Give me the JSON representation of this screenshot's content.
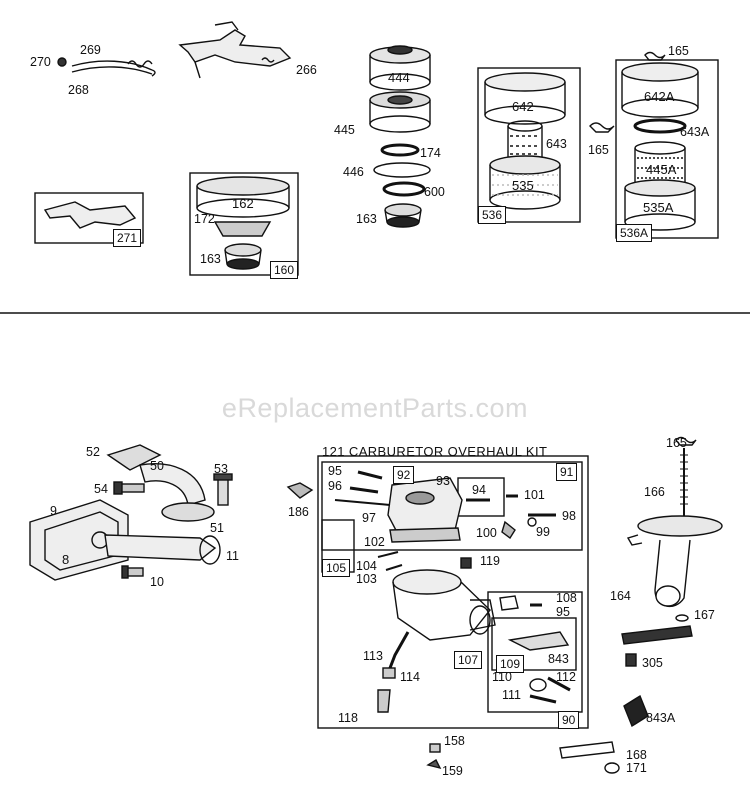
{
  "watermark": "eReplacementParts.com",
  "kit_title": "121  CARBURETOR OVERHAUL KIT",
  "labels": {
    "p270": "270",
    "p269": "269",
    "p268": "268",
    "p266": "266",
    "p444": "444",
    "p445": "445",
    "p174": "174",
    "p446": "446",
    "p600": "600",
    "p163a": "163",
    "p642": "642",
    "p643": "643",
    "p535": "535",
    "p536": "536",
    "p165a": "165",
    "p165b": "165",
    "p642A": "642A",
    "p643A": "643A",
    "p445A": "445A",
    "p535A": "535A",
    "p536A": "536A",
    "p271": "271",
    "p162": "162",
    "p172": "172",
    "p163b": "163",
    "p160": "160",
    "p52": "52",
    "p50": "50",
    "p53": "53",
    "p54": "54",
    "p9": "9",
    "p51": "51",
    "p8": "8",
    "p11": "11",
    "p10": "10",
    "p186": "186",
    "p95a": "95",
    "p96": "96",
    "p92": "92",
    "p93": "93",
    "p91": "91",
    "p94": "94",
    "p101": "101",
    "p97": "97",
    "p98": "98",
    "p100": "100",
    "p99": "99",
    "p102": "102",
    "p105": "105",
    "p104": "104",
    "p103": "103",
    "p119": "119",
    "p108": "108",
    "p95b": "95",
    "p113": "113",
    "p107": "107",
    "p109": "109",
    "p843": "843",
    "p114": "114",
    "p110": "110",
    "p112": "112",
    "p111": "111",
    "p118": "118",
    "p90": "90",
    "p158": "158",
    "p159": "159",
    "p165c": "165",
    "p166": "166",
    "p164": "164",
    "p167": "167",
    "p305": "305",
    "p843A": "843A",
    "p168": "168",
    "p171": "171"
  }
}
